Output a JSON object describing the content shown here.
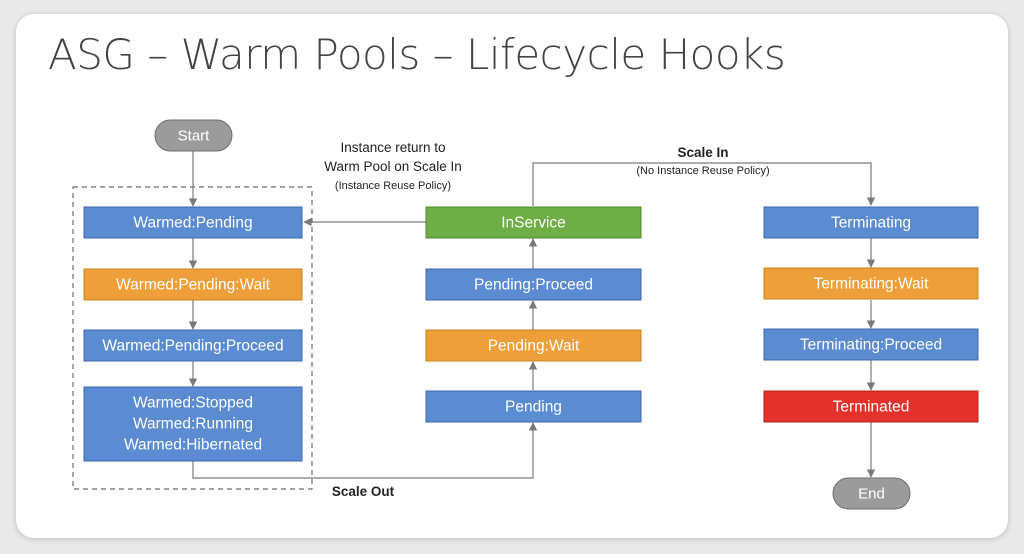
{
  "title": "ASG – Warm Pools – Lifecycle Hooks",
  "colors": {
    "blue": "#5b8bd0",
    "orange": "#ef9f3a",
    "green": "#6fae46",
    "red": "#e2322b",
    "grey": "#9b9b9b"
  },
  "nodes": {
    "start": "Start",
    "end": "End",
    "warmed_pending": "Warmed:Pending",
    "warmed_pending_wait": "Warmed:Pending:Wait",
    "warmed_pending_proceed": "Warmed:Pending:Proceed",
    "warmed_stopped": "Warmed:Stopped",
    "warmed_running": "Warmed:Running",
    "warmed_hibernated": "Warmed:Hibernated",
    "inservice": "InService",
    "pending_proceed": "Pending:Proceed",
    "pending_wait": "Pending:Wait",
    "pending": "Pending",
    "terminating": "Terminating",
    "terminating_wait": "Terminating:Wait",
    "terminating_proceed": "Terminating:Proceed",
    "terminated": "Terminated"
  },
  "labels": {
    "return_line1": "Instance return to",
    "return_line2": "Warm Pool on Scale In",
    "return_line3": "(Instance Reuse Policy)",
    "scale_in": "Scale In",
    "scale_in_sub": "(No Instance Reuse Policy)",
    "scale_out": "Scale Out"
  }
}
